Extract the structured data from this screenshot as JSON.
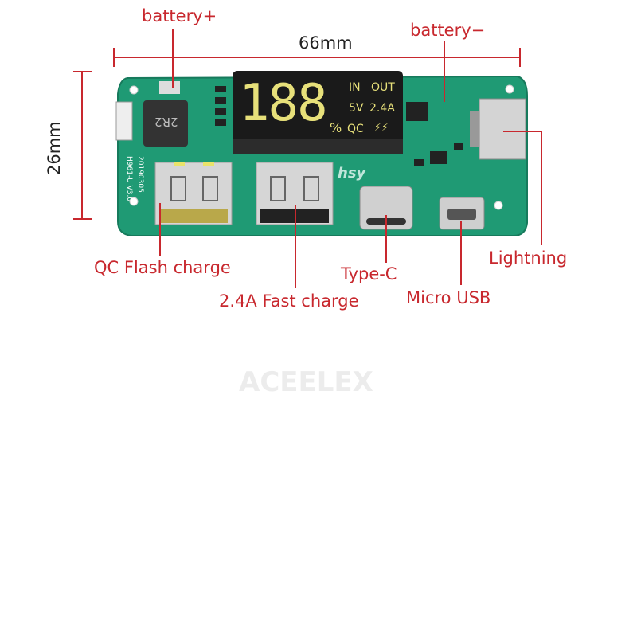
{
  "labels": {
    "battery_plus": "battery+",
    "battery_minus": "battery−",
    "width": "66mm",
    "height": "26mm",
    "qc_port": "QC Flash charge",
    "fast_port": "2.4A Fast charge",
    "type_c": "Type-C",
    "micro_usb": "Micro USB",
    "lightning": "Lightning"
  },
  "display": {
    "digits": "188",
    "percent": "%",
    "in": "IN",
    "out": "OUT",
    "voltage": "5V",
    "current": "2.4A",
    "qc": "QC",
    "bolt": "⚡⚡"
  },
  "board": {
    "inductor": "2R2",
    "model": "H961-U V3.0",
    "date": "20190305",
    "logo": "hsy"
  },
  "watermark": "ACEELEX",
  "colors": {
    "label": "#c8282e",
    "pcb": "#1f9a74",
    "display": "#e7e07a"
  }
}
